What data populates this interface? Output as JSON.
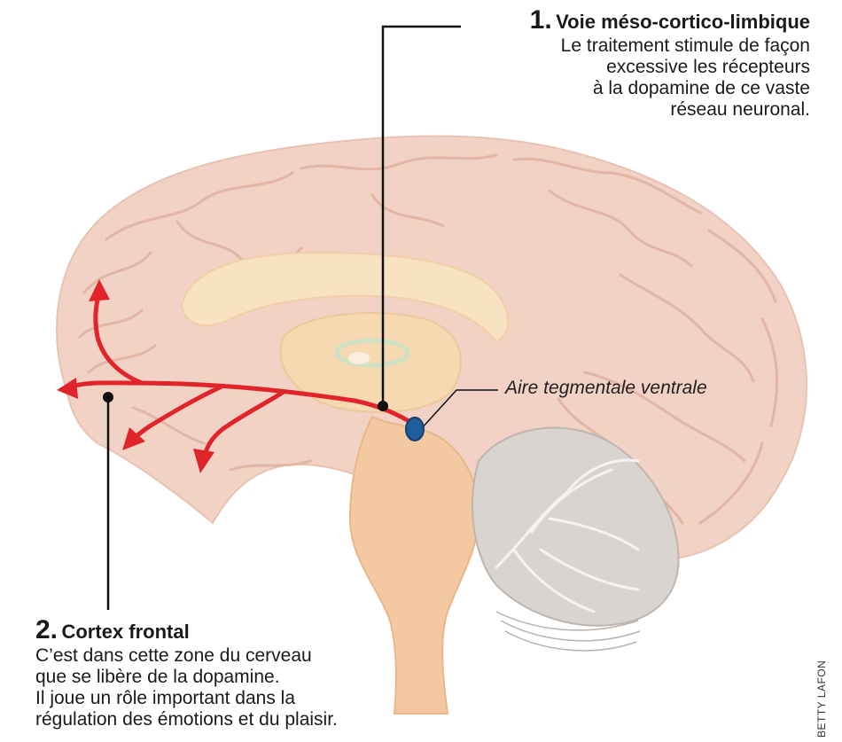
{
  "annotations": {
    "label1": {
      "number": "1.",
      "title": "Voie méso-cortico-limbique",
      "lines": [
        "Le traitement stimule de façon",
        "excessive les récepteurs",
        "à la dopamine de ce vaste",
        "réseau neuronal."
      ]
    },
    "label2": {
      "number": "2.",
      "title": "Cortex frontal",
      "lines": [
        "C’est dans cette zone du cerveau",
        "que se libère de la dopamine.",
        "Il joue un rôle important dans la",
        "régulation des émotions et du plaisir."
      ]
    },
    "vta": "Aire tegmentale ventrale"
  },
  "credit": "BETTY LAFON",
  "colors": {
    "cortex": "#f2d2c4",
    "cortex_folds": "#e3b6a3",
    "inner_structures": "#f6ddb8",
    "brainstem": "#f4c9a1",
    "cerebellum": "#d9d4d0",
    "pathway": "#e0242a",
    "vta_nucleus": "#1f5d9c",
    "leader_line": "#111111"
  }
}
